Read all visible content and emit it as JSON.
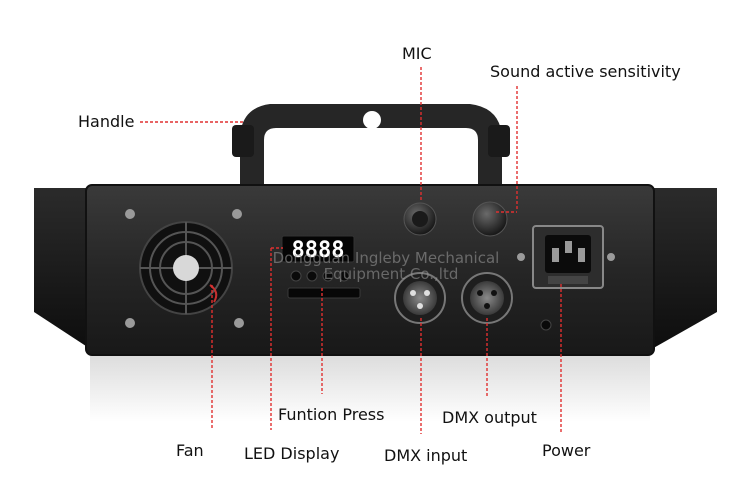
{
  "labels": {
    "handle": "Handle",
    "mic": "MIC",
    "sound": "Sound active sensitivity",
    "fan": "Fan",
    "led_display": "LED Display",
    "function_press": "Funtion Press",
    "dmx_input": "DMX input",
    "dmx_output": "DMX output",
    "power": "Power"
  },
  "led_digits": "8888",
  "watermark": {
    "line1": "Dongguan Ingleby Mechanical",
    "line2": "Equipment Co.,ltd"
  },
  "colors": {
    "callout_line": "#e03030",
    "housing": "#2a2a2a",
    "led": "#ffffff"
  }
}
